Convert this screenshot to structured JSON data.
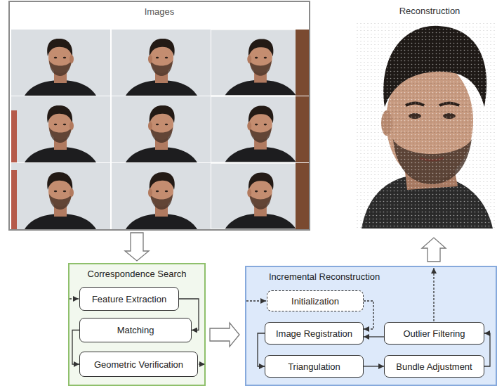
{
  "diagram": {
    "nodes": [
      {
        "text": [
          "Images"
        ]
      },
      {
        "text": [
          "Correspondence Search"
        ]
      },
      {
        "text": [
          "Feature Extraction"
        ],
        "in": 1
      },
      {
        "text": [
          "Matching"
        ],
        "in": 1
      },
      {
        "text": [
          "Geometric Verification"
        ],
        "in": 1
      },
      {
        "text": [
          "Incremental Reconstruction"
        ]
      },
      {
        "text": [
          "Initialization"
        ],
        "in": 5
      },
      {
        "text": [
          "Image Registration"
        ],
        "in": 5
      },
      {
        "text": [
          "Outlier Filtering"
        ],
        "in": 5
      },
      {
        "text": [
          "Triangulation"
        ],
        "in": 5
      },
      {
        "text": [
          "Bundle Adjustment"
        ],
        "in": 5
      }
    ],
    "edges": [
      {
        "from": 0,
        "to": 1,
        "arrow": "to"
      },
      {
        "from": 1,
        "to": 5,
        "arrow": "to"
      },
      {
        "from": 2,
        "to": 3,
        "arrow": "to"
      },
      {
        "from": 3,
        "to": 4,
        "arrow": "to"
      },
      {
        "from": 6,
        "to": 7,
        "arrow": "to"
      },
      {
        "from": 7,
        "to": 9,
        "arrow": "to"
      },
      {
        "from": 9,
        "to": 10,
        "arrow": "to"
      },
      {
        "from": 10,
        "to": 8,
        "arrow": "to"
      },
      {
        "from": 8,
        "to": 7,
        "arrow": "to"
      }
    ],
    "labels": [
      "Reconstruction"
    ]
  }
}
